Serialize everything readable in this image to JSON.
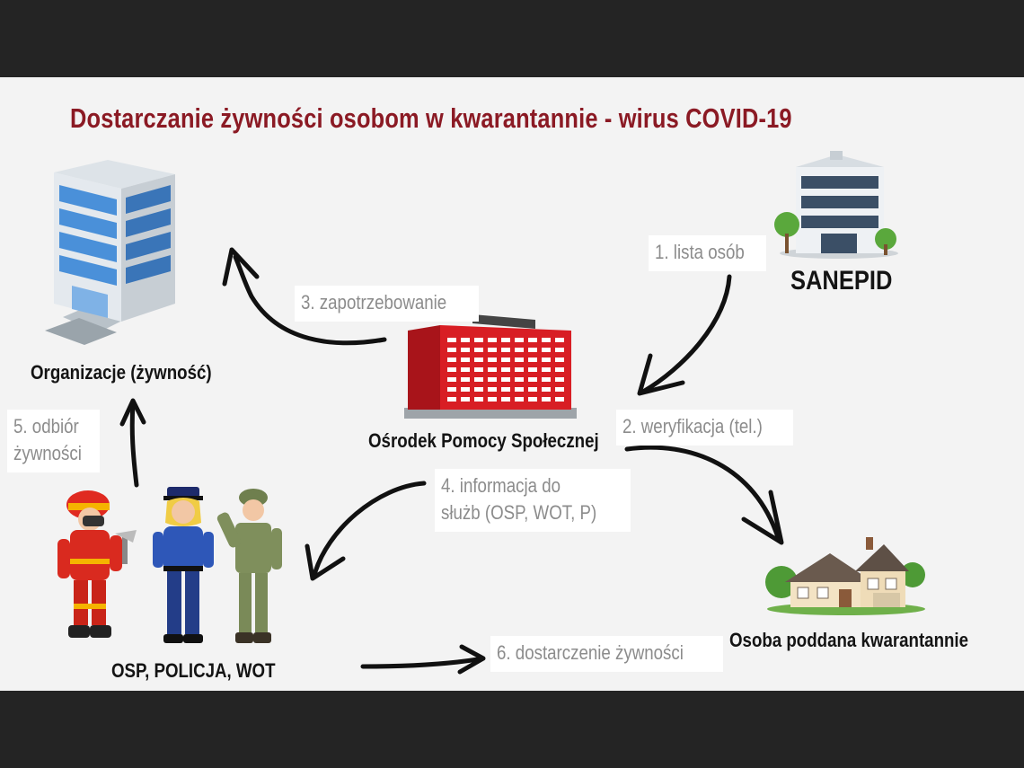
{
  "title": "Dostarczanie żywności osobom w kwarantannie - wirus COVID-19",
  "nodes": {
    "sanepid": "SANEPID",
    "organizacje": "Organizacje (żywność)",
    "ops": "Ośrodek Pomocy Społecznej",
    "sluzby": "OSP, POLICJA, WOT",
    "osoba": "Osoba poddana kwarantannie"
  },
  "steps": {
    "s1": "1. lista osób",
    "s2": "2. weryfikacja (tel.)",
    "s3": "3. zapotrzebowanie",
    "s4_line1": "4. informacja do",
    "s4_line2": "służb (OSP, WOT, P)",
    "s5_line1": "5. odbiór",
    "s5_line2": "żywności",
    "s6": "6. dostarczenie żywności"
  },
  "colors": {
    "title": "#8b1a24",
    "frame": "#242424",
    "background": "#f3f3f3",
    "ops_building": "#d81e24",
    "office_glass": "#4a90d9"
  }
}
